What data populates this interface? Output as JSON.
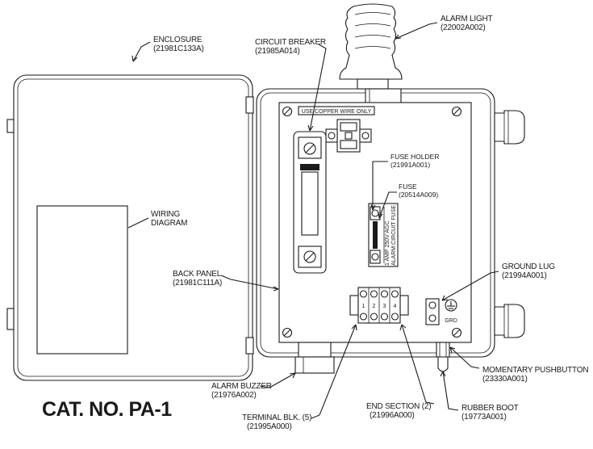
{
  "title": "CAT. NO. PA-1",
  "parts": {
    "enclosure": {
      "name": "ENCLOSURE",
      "code": "(21981C133A)"
    },
    "circuit_breaker": {
      "name": "CIRCUIT BREAKER",
      "code": "(21985A014)"
    },
    "alarm_light": {
      "name": "ALARM LIGHT",
      "code": "(22002A002)"
    },
    "fuse_holder": {
      "name": "FUSE HOLDER",
      "code": "(21991A001)"
    },
    "fuse": {
      "name": "FUSE",
      "code": "(20514A009)"
    },
    "wiring_diagram": {
      "line1": "WIRING",
      "line2": "DIAGRAM"
    },
    "back_panel": {
      "name": "BACK PANEL",
      "code": "(21981C111A)"
    },
    "ground_lug": {
      "name": "GROUND LUG",
      "code": "(21994A001)"
    },
    "momentary_pushbutton": {
      "name": "MOMENTARY PUSHBUTTON",
      "code": "(23330A001)"
    },
    "alarm_buzzer": {
      "name": "ALARM BUZZER",
      "code": "(21976A002)"
    },
    "end_section": {
      "name": "END SECTION (2)",
      "code": "(21996A000)"
    },
    "rubber_boot": {
      "name": "RUBBER BOOT",
      "code": "(19773A001)"
    },
    "terminal_block": {
      "name": "TERMINAL BLK. (5)",
      "code": "(21995A000)"
    }
  },
  "panel_markings": {
    "copper_wire": "USE COPPER WIRE ONLY",
    "fuse_label_1": "1 AMP 250V AGC",
    "fuse_label_2": "ALARM CIRCUIT FUSE",
    "terminal_numbers": [
      "1",
      "2",
      "3",
      "4"
    ],
    "ground": "GRD"
  }
}
